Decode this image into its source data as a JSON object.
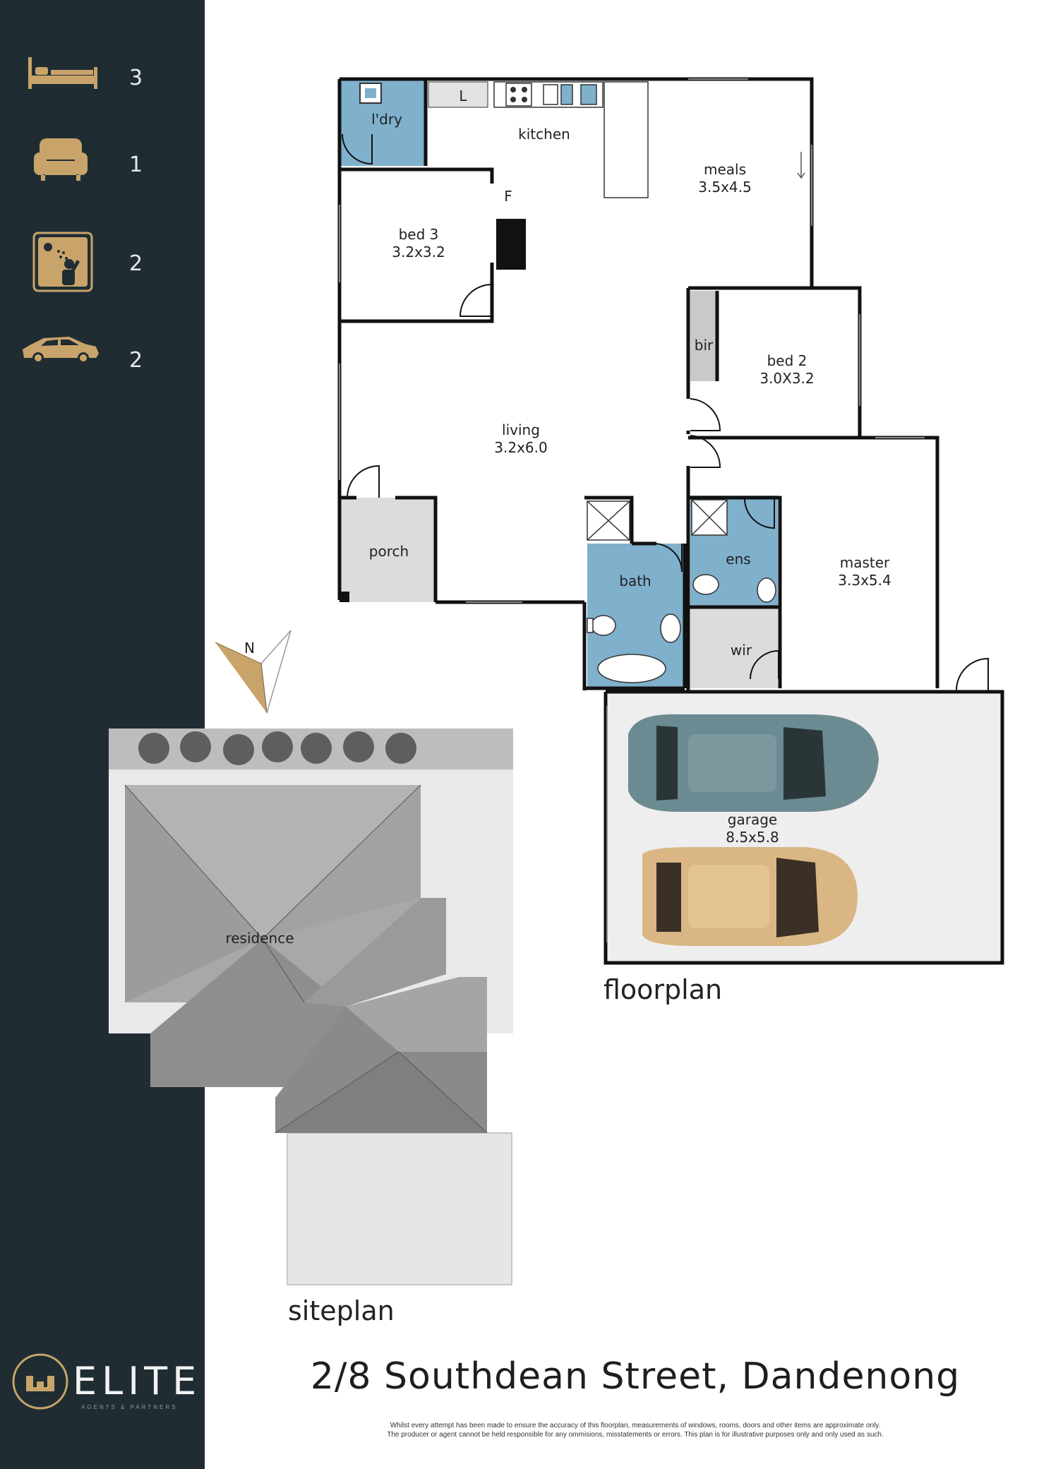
{
  "features": {
    "bedrooms": {
      "icon": "bed-icon",
      "count": "3"
    },
    "living": {
      "icon": "armchair-icon",
      "count": "1"
    },
    "bathrooms": {
      "icon": "shower-icon",
      "count": "2"
    },
    "car_spaces": {
      "icon": "car-icon",
      "count": "2"
    }
  },
  "floorplan": {
    "title": "floorplan",
    "rooms": {
      "laundry": {
        "name": "l'dry"
      },
      "linen": {
        "name": "L"
      },
      "kitchen": {
        "name": "kitchen"
      },
      "meals": {
        "name": "meals",
        "size": "3.5x4.5"
      },
      "fridge": {
        "name": "F"
      },
      "bed3": {
        "name": "bed 3",
        "size": "3.2x3.2"
      },
      "bir": {
        "name": "bir"
      },
      "bed2": {
        "name": "bed 2",
        "size": "3.0X3.2"
      },
      "living": {
        "name": "living",
        "size": "3.2x6.0"
      },
      "porch": {
        "name": "porch"
      },
      "bath": {
        "name": "bath"
      },
      "ens": {
        "name": "ens"
      },
      "master": {
        "name": "master",
        "size": "3.3x5.4"
      },
      "wir": {
        "name": "wir"
      },
      "garage": {
        "name": "garage",
        "size": "8.5x5.8"
      }
    }
  },
  "compass": {
    "label": "N"
  },
  "siteplan": {
    "title": "siteplan",
    "residence_label": "residence"
  },
  "brand": {
    "name": "ELITE",
    "tagline": "AGENTS & PARTNERS"
  },
  "address": "2/8 Southdean Street, Dandenong",
  "disclaimer": {
    "line1": "Whilst every attempt has been made to ensure the accuracy of this floorplan, measurements of windows, rooms, doors and other items are approximate only.",
    "line2": "The producer or agent cannot be held responsible for any ommisions, misstatements or errors. This plan is for illustrative purposes only and only used as such."
  },
  "colors": {
    "sidebar": "#1f2d33",
    "icon_gold": "#c9a46a",
    "wet_area": "#7fb0cc",
    "wall": "#111111",
    "floor": "#ffffff"
  }
}
